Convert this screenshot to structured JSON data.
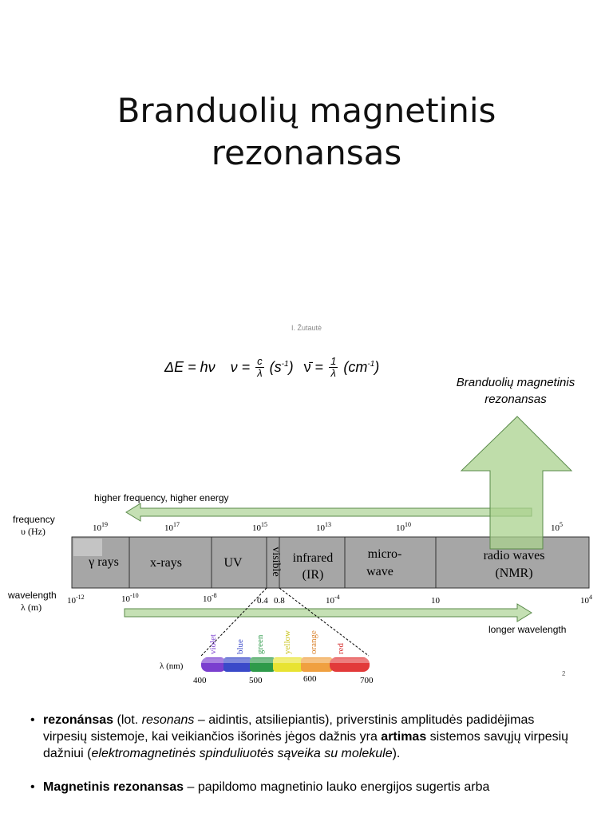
{
  "slide1": {
    "title_line1": "Branduolių magnetinis",
    "title_line2": "rezonansas"
  },
  "author": "I. Žutautė",
  "equation": {
    "delta_e": "ΔE = hν",
    "nu": "ν =",
    "c": "c",
    "lambda": "λ",
    "unit1": "(s",
    "unit1_exp": "-1",
    "unit1_close": ")",
    "nubar": "ν̄ =",
    "one": "1",
    "lambda2": "λ",
    "unit2": "(cm",
    "unit2_exp": "-1",
    "unit2_close": ")"
  },
  "nmr_caption_line1": "Branduolių magnetinis",
  "nmr_caption_line2": "rezonansas",
  "spectrum": {
    "higher_label": "higher frequency, higher energy",
    "freq_label1": "frequency",
    "freq_label2": "υ (Hz)",
    "freq_ticks": [
      {
        "base": "10",
        "exp": "19"
      },
      {
        "base": "10",
        "exp": "17"
      },
      {
        "base": "10",
        "exp": "15"
      },
      {
        "base": "10",
        "exp": "13"
      },
      {
        "base": "10",
        "exp": "10"
      },
      {
        "base": "10",
        "exp": "5"
      }
    ],
    "regions": [
      {
        "line1": "γ rays",
        "line2": ""
      },
      {
        "line1": "x-rays",
        "line2": ""
      },
      {
        "line1": "UV",
        "line2": ""
      },
      {
        "line1": "visible",
        "line2": ""
      },
      {
        "line1": "infrared",
        "line2": "(IR)"
      },
      {
        "line1": "micro-",
        "line2": "wave"
      },
      {
        "line1": "radio waves",
        "line2": "(NMR)"
      }
    ],
    "wave_label1": "wavelength",
    "wave_label2": "λ (m)",
    "wave_ticks": [
      {
        "base": "10",
        "exp": "-12"
      },
      {
        "base": "10",
        "exp": "-10"
      },
      {
        "base": "10",
        "exp": "-8"
      },
      {
        "base": "0.4",
        "exp": ""
      },
      {
        "base": "0.8",
        "exp": ""
      },
      {
        "base": "10",
        "exp": "-4"
      },
      {
        "base": "10",
        "exp": ""
      },
      {
        "base": "10",
        "exp": "4"
      }
    ],
    "longer_label": "longer wavelength",
    "nm_label": "λ (nm)",
    "colors": [
      {
        "name": "violet",
        "hex": "#7a3fcf"
      },
      {
        "name": "blue",
        "hex": "#3a49c9"
      },
      {
        "name": "green",
        "hex": "#2e9a4a"
      },
      {
        "name": "yellow",
        "hex": "#c9c21a"
      },
      {
        "name": "orange",
        "hex": "#d9812a"
      },
      {
        "name": "red",
        "hex": "#d63030"
      }
    ],
    "nm_ticks": [
      "400",
      "500",
      "600",
      "700"
    ]
  },
  "page_number": "2",
  "bullet1": {
    "b1": "rezonánsas",
    "t1": " (lot. ",
    "i1": "resonans",
    "t2": " – aidintis, atsiliepiantis), priverstinis amplitudės padidėjimas virpesių sistemoje, kai veikiančios išorinės jėgos dažnis yra ",
    "b2": "artimas",
    "t3": " sistemos savųjų virpesių dažniui (",
    "i2": "elektromagnetinės spinduliuotės sąveika su molekule",
    "t4": ")."
  },
  "bullet2": {
    "b1": "Magnetinis rezonansas",
    "t1": " – papildomo magnetinio lauko energijos sugertis arba"
  },
  "accent_color": "#a9d18e",
  "band_color": "#a6a6a6"
}
